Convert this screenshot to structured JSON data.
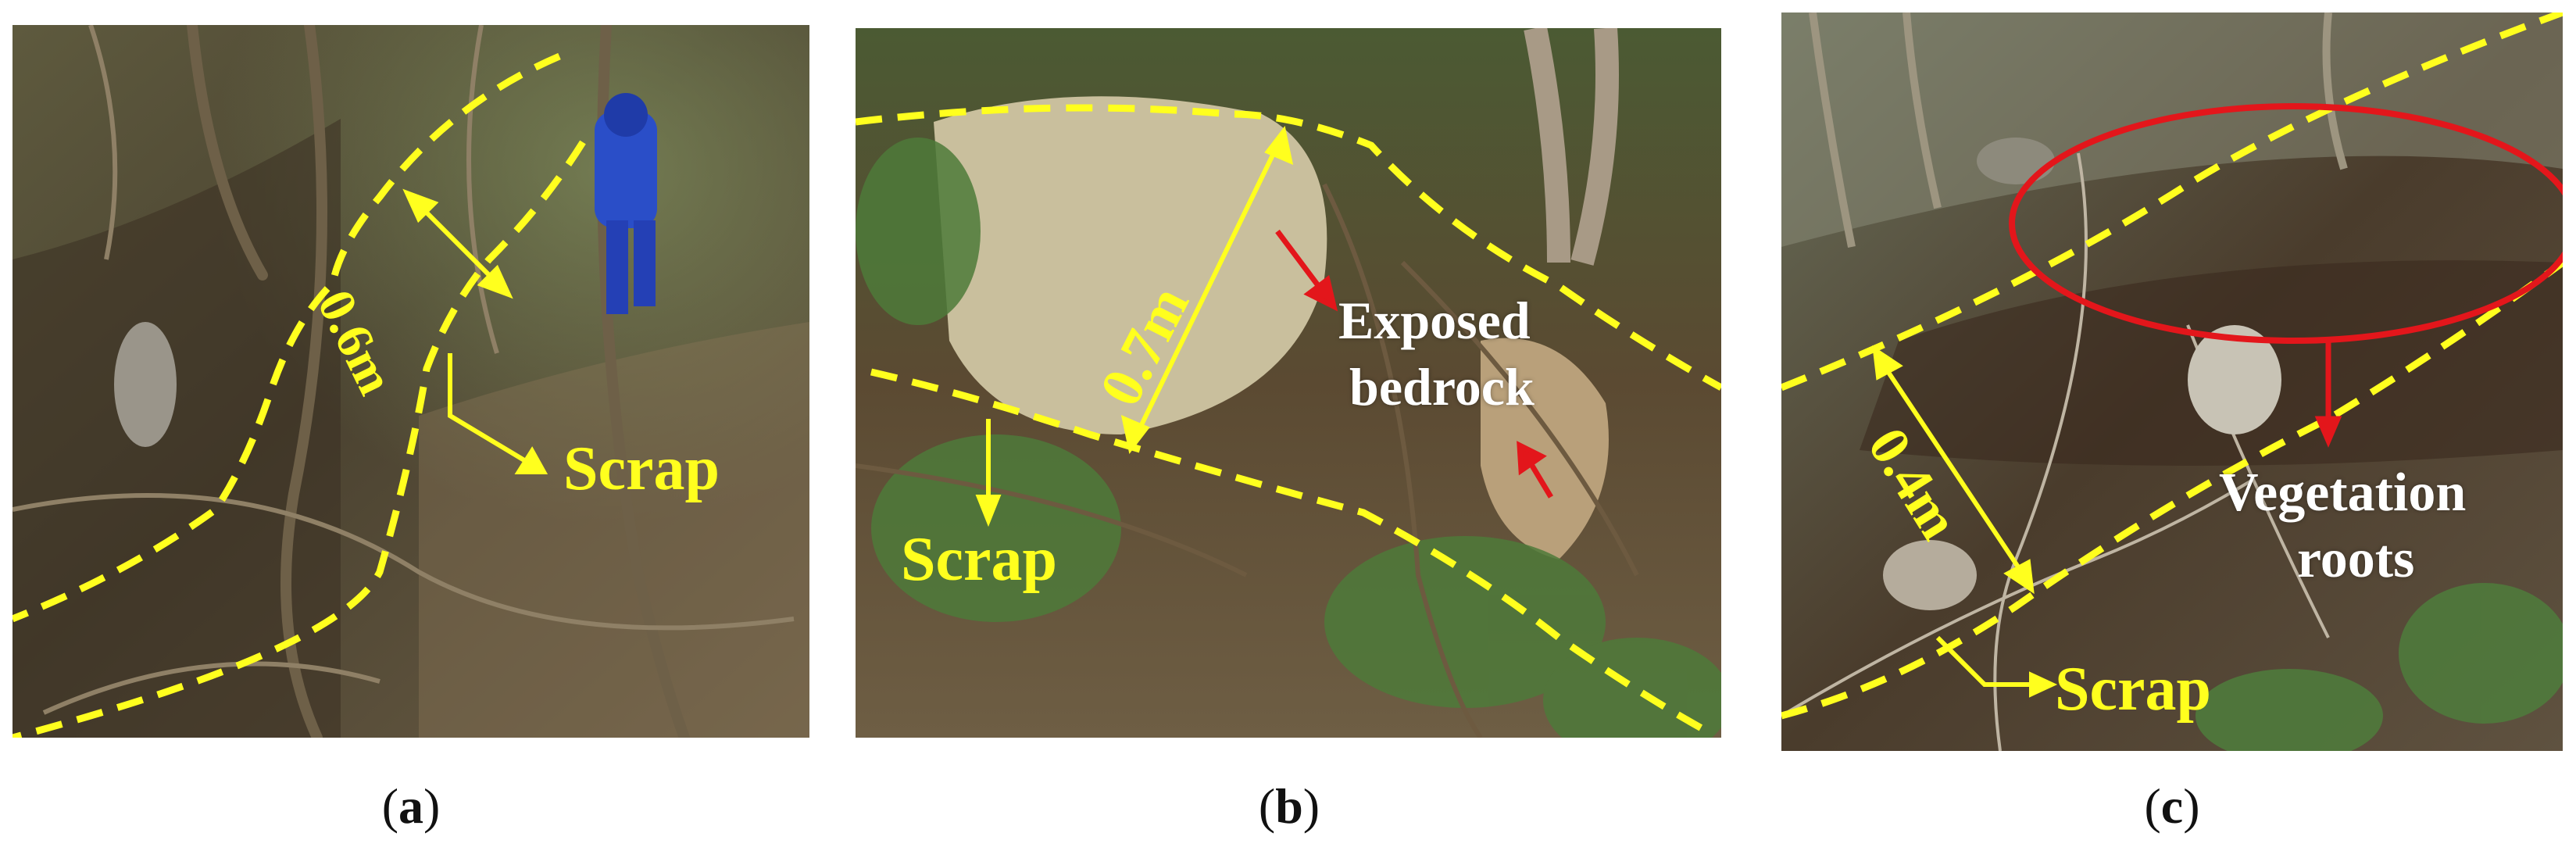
{
  "panels": [
    {
      "id": "a",
      "caption": "a",
      "measure": "0.6m",
      "labels": [
        "Scrap"
      ]
    },
    {
      "id": "b",
      "caption": "b",
      "measure": "0.7m",
      "labels": [
        "Exposed",
        "bedrock",
        "Scrap"
      ]
    },
    {
      "id": "c",
      "caption": "c",
      "measure": "0.4m",
      "labels": [
        "Vegetation",
        "roots",
        "Scrap"
      ]
    }
  ],
  "colors": {
    "annotation_yellow": "#ffff1e",
    "arrow_red": "#e3161b",
    "label_white": "#ffffff"
  }
}
